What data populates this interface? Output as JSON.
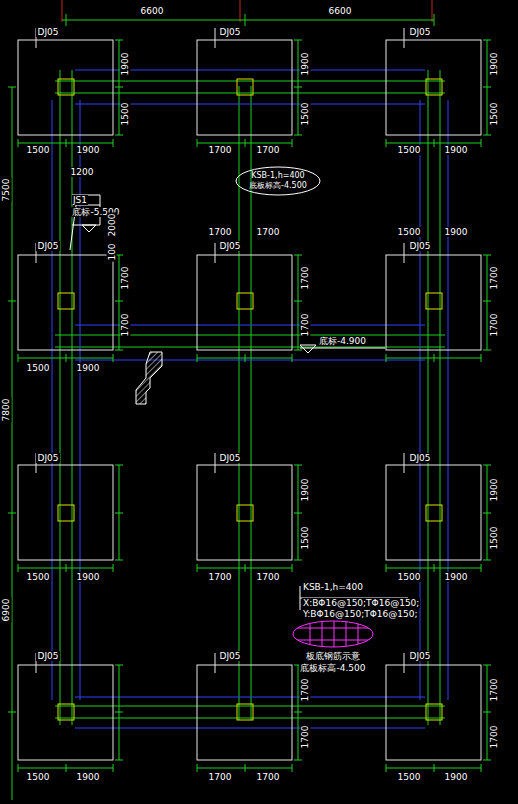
{
  "diagram": {
    "nodes": [
      {
        "text": [
          "KSB-1,h=400",
          "底板标高-4.500"
        ]
      }
    ],
    "labels": [
      "6600",
      "6600",
      "7500",
      "7800",
      "6900",
      "DJ05",
      "DJ05",
      "DJ05",
      "1900",
      "1500",
      "1900",
      "1500",
      "1900",
      "1500",
      "1500",
      "1900",
      "1700",
      "1700",
      "1500",
      "1900",
      "1200",
      "JS1",
      "底标-5.500",
      "2000",
      "100",
      "1700",
      "1700",
      "1500",
      "1900",
      "DJ05",
      "DJ05",
      "DJ05",
      "1700",
      "1700",
      "1700",
      "1700",
      "1700",
      "1700",
      "1500",
      "1900",
      "底标-4.900",
      "DJ05",
      "DJ05",
      "DJ05",
      "1900",
      "1500",
      "1900",
      "1500",
      "1500",
      "1900",
      "1700",
      "1700",
      "1500",
      "1900",
      "KSB-1,h=400",
      "X:BΦ16@150;TΦ16@150;",
      "Y:BΦ16@150;TΦ16@150;",
      "板底钢筋示意",
      "底板标高-4.500",
      "DJ05",
      "DJ05",
      "DJ05",
      "1700",
      "1700",
      "1700",
      "1700",
      "1500",
      "1900",
      "1700",
      "1700",
      "1500",
      "1900"
    ]
  }
}
